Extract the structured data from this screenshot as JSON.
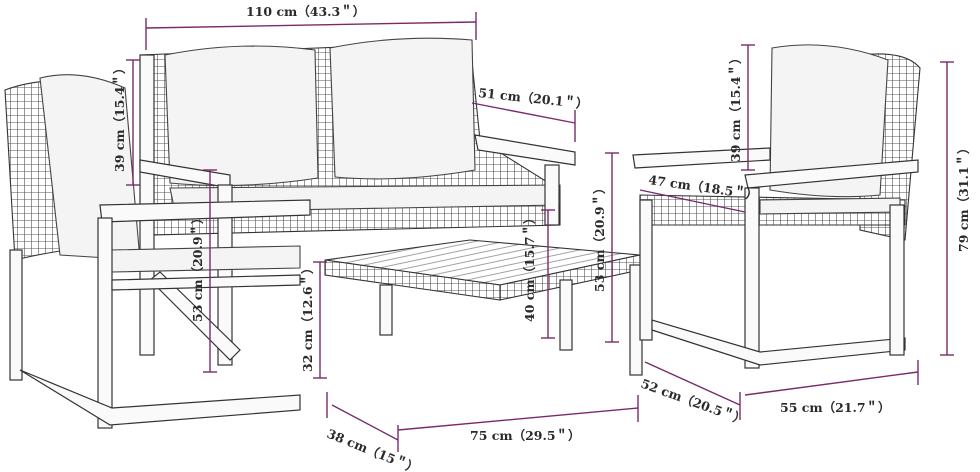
{
  "colors": {
    "dimension": "#7a2a6a",
    "outline": "#333333",
    "background": "#ffffff"
  },
  "dimensions": {
    "sofa_width": "110 cm（43.3＂）",
    "sofa_depth": "51 cm（20.1＂）",
    "sofa_back_height": "39 cm（15.4＂）",
    "sofa_seat_height": "53 cm（20.9＂）",
    "table_height": "32 cm（12.6＂）",
    "table_depth": "38 cm（15＂）",
    "table_width": "75 cm（29.5＂）",
    "center_inner": "40 cm（15.7＂）",
    "center_seat": "53 cm（20.9＂）",
    "chair_back": "39 cm（15.4＂）",
    "chair_seat_depth": "47 cm（18.5＂）",
    "chair_total_height": "79 cm（31.1＂）",
    "chair_depth": "52 cm（20.5＂）",
    "chair_width": "55 cm（21.7＂）"
  }
}
